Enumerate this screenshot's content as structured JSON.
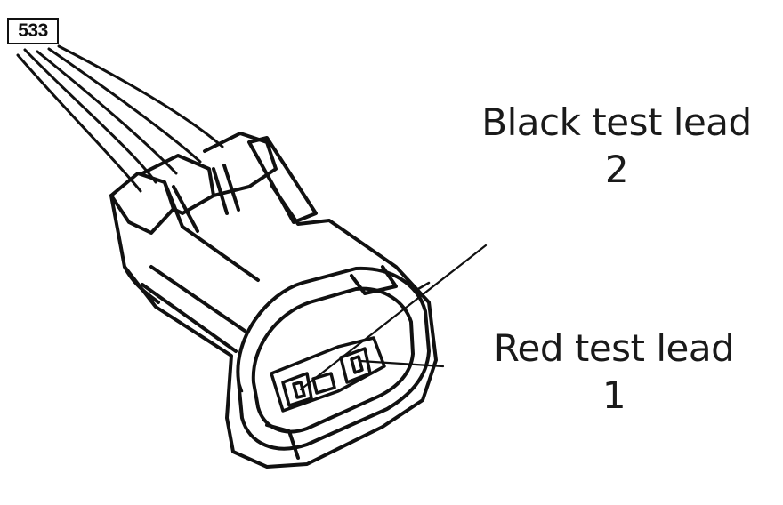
{
  "diagram": {
    "callout_number": "533",
    "labels": {
      "black": {
        "text": "Black test lead",
        "number": "2"
      },
      "red": {
        "text": "Red test lead",
        "number": "1"
      }
    },
    "colors": {
      "ink": "#111111",
      "background": "#ffffff"
    }
  }
}
